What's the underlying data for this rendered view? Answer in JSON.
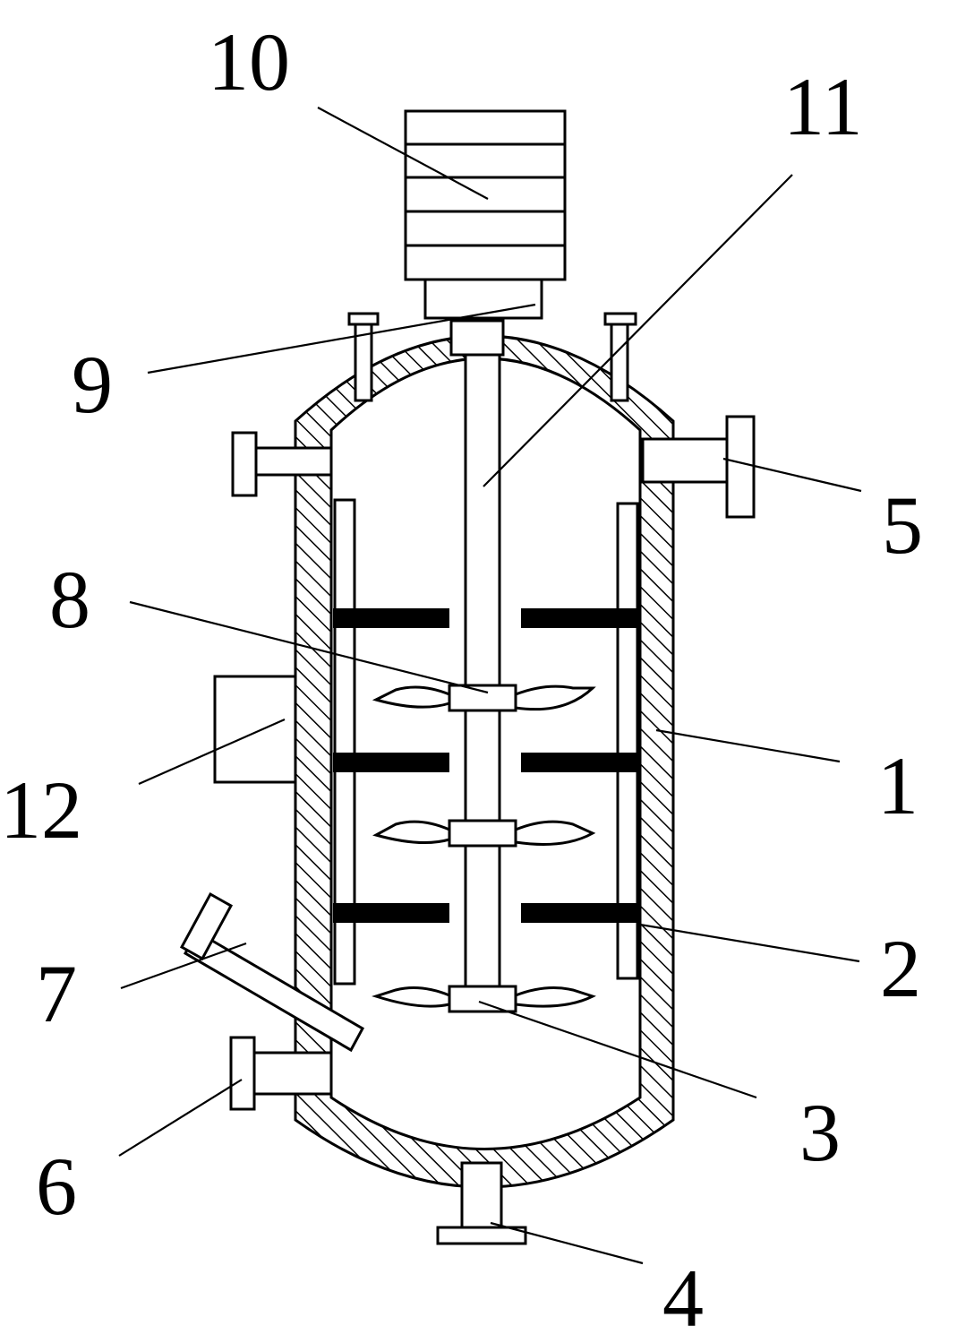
{
  "diagram": {
    "labels": [
      {
        "id": "1",
        "text": "1"
      },
      {
        "id": "2",
        "text": "2"
      },
      {
        "id": "3",
        "text": "3"
      },
      {
        "id": "4",
        "text": "4"
      },
      {
        "id": "5",
        "text": "5"
      },
      {
        "id": "6",
        "text": "6"
      },
      {
        "id": "7",
        "text": "7"
      },
      {
        "id": "8",
        "text": "8"
      },
      {
        "id": "9",
        "text": "9"
      },
      {
        "id": "10",
        "text": "10"
      },
      {
        "id": "11",
        "text": "11"
      },
      {
        "id": "12",
        "text": "12"
      }
    ]
  }
}
